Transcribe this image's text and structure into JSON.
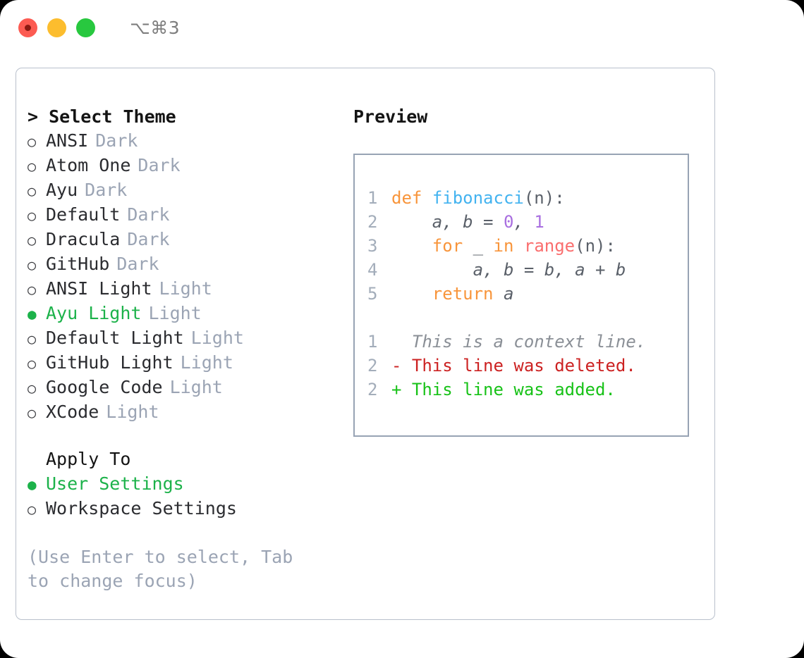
{
  "titlebar": {
    "shortcut": "⌥⌘3",
    "buttons": [
      {
        "name": "close",
        "color": "#fc5b52"
      },
      {
        "name": "minimize",
        "color": "#fcbd2e"
      },
      {
        "name": "maximize",
        "color": "#28c83f"
      }
    ]
  },
  "colors": {
    "selected_green": "#1cb24a",
    "muted": "#9ba4b4",
    "border": "#b9c0cc",
    "preview_border": "#97a3b4",
    "keyword_orange": "#f8953b",
    "function_blue": "#43b3f0",
    "number_purple": "#a96fe0",
    "call_red": "#fa6e6e",
    "diff_delete_red": "#cc2222",
    "diff_add_green": "#18c218"
  },
  "left": {
    "title": "> Select Theme",
    "markers": {
      "selected": "●",
      "unselected": "○"
    },
    "themes": [
      {
        "label": "ANSI",
        "variant": "Dark",
        "selected": false
      },
      {
        "label": "Atom One",
        "variant": "Dark",
        "selected": false
      },
      {
        "label": "Ayu",
        "variant": "Dark",
        "selected": false
      },
      {
        "label": "Default",
        "variant": "Dark",
        "selected": false
      },
      {
        "label": "Dracula",
        "variant": "Dark",
        "selected": false
      },
      {
        "label": "GitHub",
        "variant": "Dark",
        "selected": false
      },
      {
        "label": "ANSI Light",
        "variant": "Light",
        "selected": false
      },
      {
        "label": "Ayu Light",
        "variant": "Light",
        "selected": true
      },
      {
        "label": "Default Light",
        "variant": "Light",
        "selected": false
      },
      {
        "label": "GitHub Light",
        "variant": "Light",
        "selected": false
      },
      {
        "label": "Google Code",
        "variant": "Light",
        "selected": false
      },
      {
        "label": "XCode",
        "variant": "Light",
        "selected": false
      }
    ],
    "apply_to": {
      "header": "Apply To",
      "options": [
        {
          "label": "User Settings",
          "selected": true
        },
        {
          "label": "Workspace Settings",
          "selected": false
        }
      ]
    },
    "hint": "(Use Enter to select, Tab to change focus)"
  },
  "right": {
    "title": "Preview",
    "code_lines": [
      {
        "n": "1",
        "tokens": [
          {
            "t": "def",
            "c": "kw"
          },
          {
            "t": " ",
            "c": "punct"
          },
          {
            "t": "fibonacci",
            "c": "fn"
          },
          {
            "t": "(n):",
            "c": "punct"
          }
        ]
      },
      {
        "n": "2",
        "tokens": [
          {
            "t": "    a, b = ",
            "c": "pl"
          },
          {
            "t": "0",
            "c": "num"
          },
          {
            "t": ", ",
            "c": "pl"
          },
          {
            "t": "1",
            "c": "num"
          }
        ]
      },
      {
        "n": "3",
        "tokens": [
          {
            "t": "    ",
            "c": "pl"
          },
          {
            "t": "for",
            "c": "kw"
          },
          {
            "t": " _ ",
            "c": "pl"
          },
          {
            "t": "in",
            "c": "kw"
          },
          {
            "t": " ",
            "c": "pl"
          },
          {
            "t": "range",
            "c": "call"
          },
          {
            "t": "(n):",
            "c": "punct"
          }
        ]
      },
      {
        "n": "4",
        "tokens": [
          {
            "t": "        a, b = b, a + b",
            "c": "pl"
          }
        ]
      },
      {
        "n": "5",
        "tokens": [
          {
            "t": "    ",
            "c": "pl"
          },
          {
            "t": "return",
            "c": "kw"
          },
          {
            "t": " a",
            "c": "pl"
          }
        ]
      }
    ],
    "diff_lines": [
      {
        "n": "1",
        "tokens": [
          {
            "t": "  This is a context line.",
            "c": "ctx"
          }
        ]
      },
      {
        "n": "2",
        "tokens": [
          {
            "t": "- This line was deleted.",
            "c": "del"
          }
        ]
      },
      {
        "n": "2",
        "tokens": [
          {
            "t": "+ This line was added.",
            "c": "add"
          }
        ]
      }
    ]
  }
}
